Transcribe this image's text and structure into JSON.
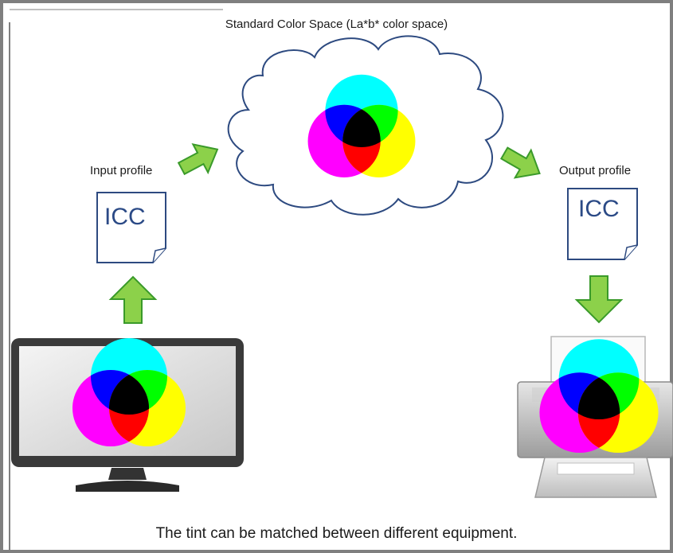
{
  "title": "Standard Color Space (La*b* color space)",
  "input_profile": {
    "label": "Input profile",
    "icc": "ICC"
  },
  "output_profile": {
    "label": "Output profile",
    "icc": "ICC"
  },
  "caption": "The tint can be matched between different equipment.",
  "colors": {
    "frame": "#7f7f7f",
    "cyan": "#00ffff",
    "magenta": "#ff00ff",
    "yellow": "#ffff00",
    "blue": "#0000ff",
    "green": "#00ff00",
    "red": "#ff0000",
    "black": "#000000",
    "arrow_fill": "#8cd14a",
    "arrow_stroke": "#3a9a2a",
    "cloud_stroke": "#2d4a80",
    "doc_stroke": "#2d4a80"
  },
  "icons": [
    "cloud-icon",
    "document-icon",
    "monitor-icon",
    "printer-icon",
    "arrow-icon"
  ]
}
